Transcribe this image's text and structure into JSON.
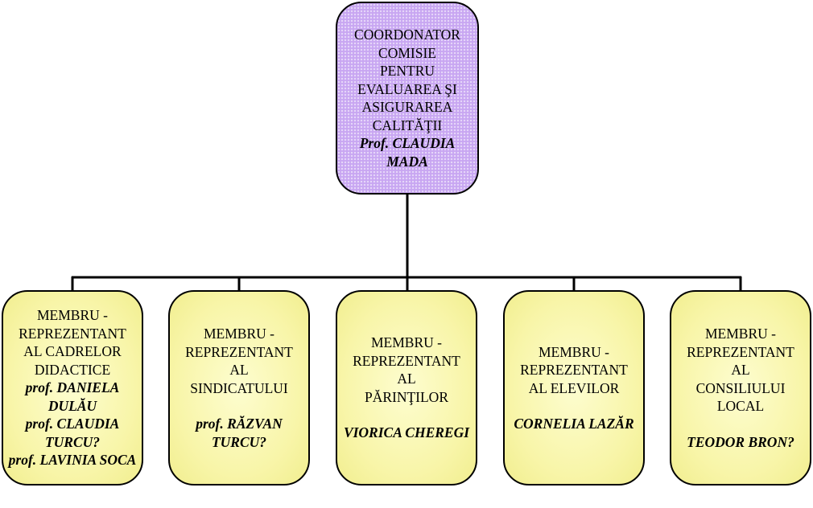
{
  "coordinator": {
    "role": "COORDONATOR\nCOMISIE\nPENTRU\nEVALUAREA ŞI\nASIGURAREA\nCALITĂŢII",
    "name": "Prof. CLAUDIA\nMADA"
  },
  "members": [
    {
      "role": "MEMBRU  -\nREPREZENTANT\nAL CADRELOR\nDIDACTICE",
      "names": [
        "prof. DANIELA DULĂU",
        "prof. CLAUDIA TURCU?",
        "prof. LAVINIA SOCA"
      ]
    },
    {
      "role": "MEMBRU  -\nREPREZENTANT\nAL\nSINDICATULUI",
      "names": [
        "prof. RĂZVAN TURCU?"
      ]
    },
    {
      "role": "MEMBRU  -\nREPREZENTANT\nAL\nPĂRINŢILOR",
      "names": [
        "VIORICA CHEREGI"
      ]
    },
    {
      "role": "MEMBRU  -\nREPREZENTANT\nAL ELEVILOR",
      "names": [
        "CORNELIA LAZĂR"
      ]
    },
    {
      "role": "MEMBRU  -\nREPREZENTANT\nAL\nCONSILIULUI\nLOCAL",
      "names": [
        "TEODOR BRON?"
      ]
    }
  ],
  "colors": {
    "coordinator_fill": "#c8a6f2",
    "member_fill": "#f8f5a8",
    "line": "#000000"
  }
}
